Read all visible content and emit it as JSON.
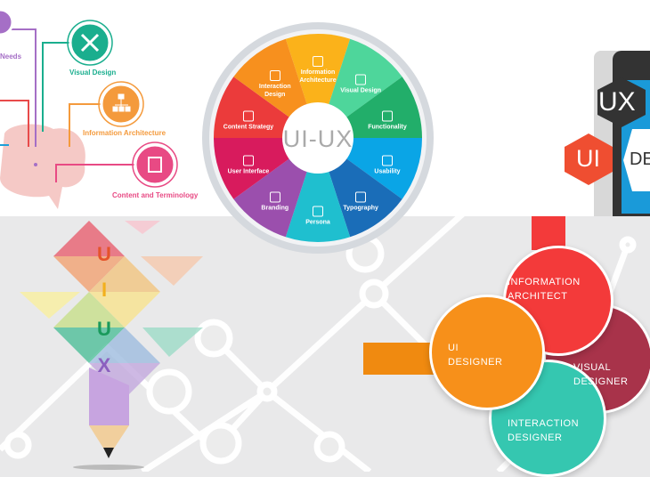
{
  "brain_panel": {
    "items": [
      {
        "label": "Needs",
        "color": "#a56fc6"
      },
      {
        "label": "Visual Design",
        "color": "#1aae8e"
      },
      {
        "label": "Information Architecture",
        "color": "#f49a3c"
      },
      {
        "label": "Content and Terminology",
        "color": "#e84a84"
      }
    ]
  },
  "wheel": {
    "center_label": "UI-UX",
    "segments": [
      {
        "label": "Information Architecture",
        "color": "#fbb21a"
      },
      {
        "label": "Visual Design",
        "color": "#4ed69b"
      },
      {
        "label": "Functionality",
        "color": "#22ae6a"
      },
      {
        "label": "Usability",
        "color": "#0aa5e6"
      },
      {
        "label": "Typography",
        "color": "#1a6db8"
      },
      {
        "label": "Persona",
        "color": "#1fbfcf"
      },
      {
        "label": "Branding",
        "color": "#9b4fad"
      },
      {
        "label": "User Interface",
        "color": "#d81b5d"
      },
      {
        "label": "Content Strategy",
        "color": "#eb3b3b"
      },
      {
        "label": "Interaction Design",
        "color": "#f7901e"
      }
    ]
  },
  "device": {
    "ux": "UX",
    "ui": "UI",
    "design_partial": "DE"
  },
  "pencil": {
    "letters": [
      "U",
      "I",
      "U",
      "X"
    ]
  },
  "roles": [
    {
      "line1": "INFORMATION",
      "line2": "ARCHITECT",
      "color": "#f33a3a"
    },
    {
      "line1": "UI",
      "line2": "DESIGNER",
      "color": "#f7901a"
    },
    {
      "line1": "VISUAL",
      "line2": "DESIGNER",
      "color": "#a8334a"
    },
    {
      "line1": "INTERACTION",
      "line2": "DESIGNER",
      "color": "#35c7b0"
    }
  ]
}
